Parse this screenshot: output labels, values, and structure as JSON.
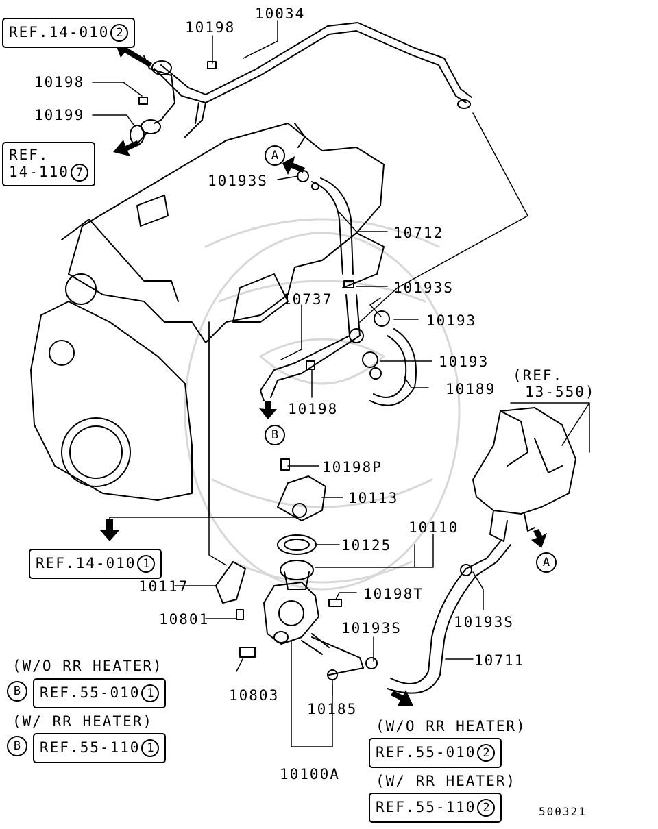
{
  "parts": {
    "p10034": "10034",
    "p10198_a": "10198",
    "p10198_b": "10198",
    "p10199": "10199",
    "p10193S_a": "10193S",
    "p10712": "10712",
    "p10193S_b": "10193S",
    "p10737": "10737",
    "p10193_a": "10193",
    "p10193_b": "10193",
    "p10189": "10189",
    "p10198_c": "10198",
    "p10198P": "10198P",
    "p10113": "10113",
    "p10110": "10110",
    "p10125": "10125",
    "p10117": "10117",
    "p10198T": "10198T",
    "p10801": "10801",
    "p10193S_c": "10193S",
    "p10193S_d": "10193S",
    "p10711": "10711",
    "p10803": "10803",
    "p10185": "10185",
    "p10100A": "10100A"
  },
  "refs": {
    "ref_top": {
      "text": "REF.14-010",
      "num": "2"
    },
    "ref_left": {
      "line1": "REF.",
      "line2": "14-110",
      "num": "7"
    },
    "ref_mid": {
      "text": "REF.14-010",
      "num": "1"
    },
    "ref_heater": {
      "line1": "(REF.",
      "line2": "13-550)"
    },
    "ref_b1": {
      "text": "REF.55-010",
      "num": "1"
    },
    "ref_b2": {
      "text": "REF.55-110",
      "num": "1"
    },
    "ref_r1": {
      "text": "REF.55-010",
      "num": "2"
    },
    "ref_r2": {
      "text": "REF.55-110",
      "num": "2"
    }
  },
  "conditions": {
    "wo_left": "(W/O RR HEATER)",
    "w_left": "(W/ RR HEATER)",
    "wo_right": "(W/O RR HEATER)",
    "w_right": "(W/ RR HEATER)"
  },
  "callouts": {
    "a1": "A",
    "a2": "A",
    "b1": "B",
    "b2": "B",
    "b3": "B"
  },
  "diagram_code": "500321"
}
